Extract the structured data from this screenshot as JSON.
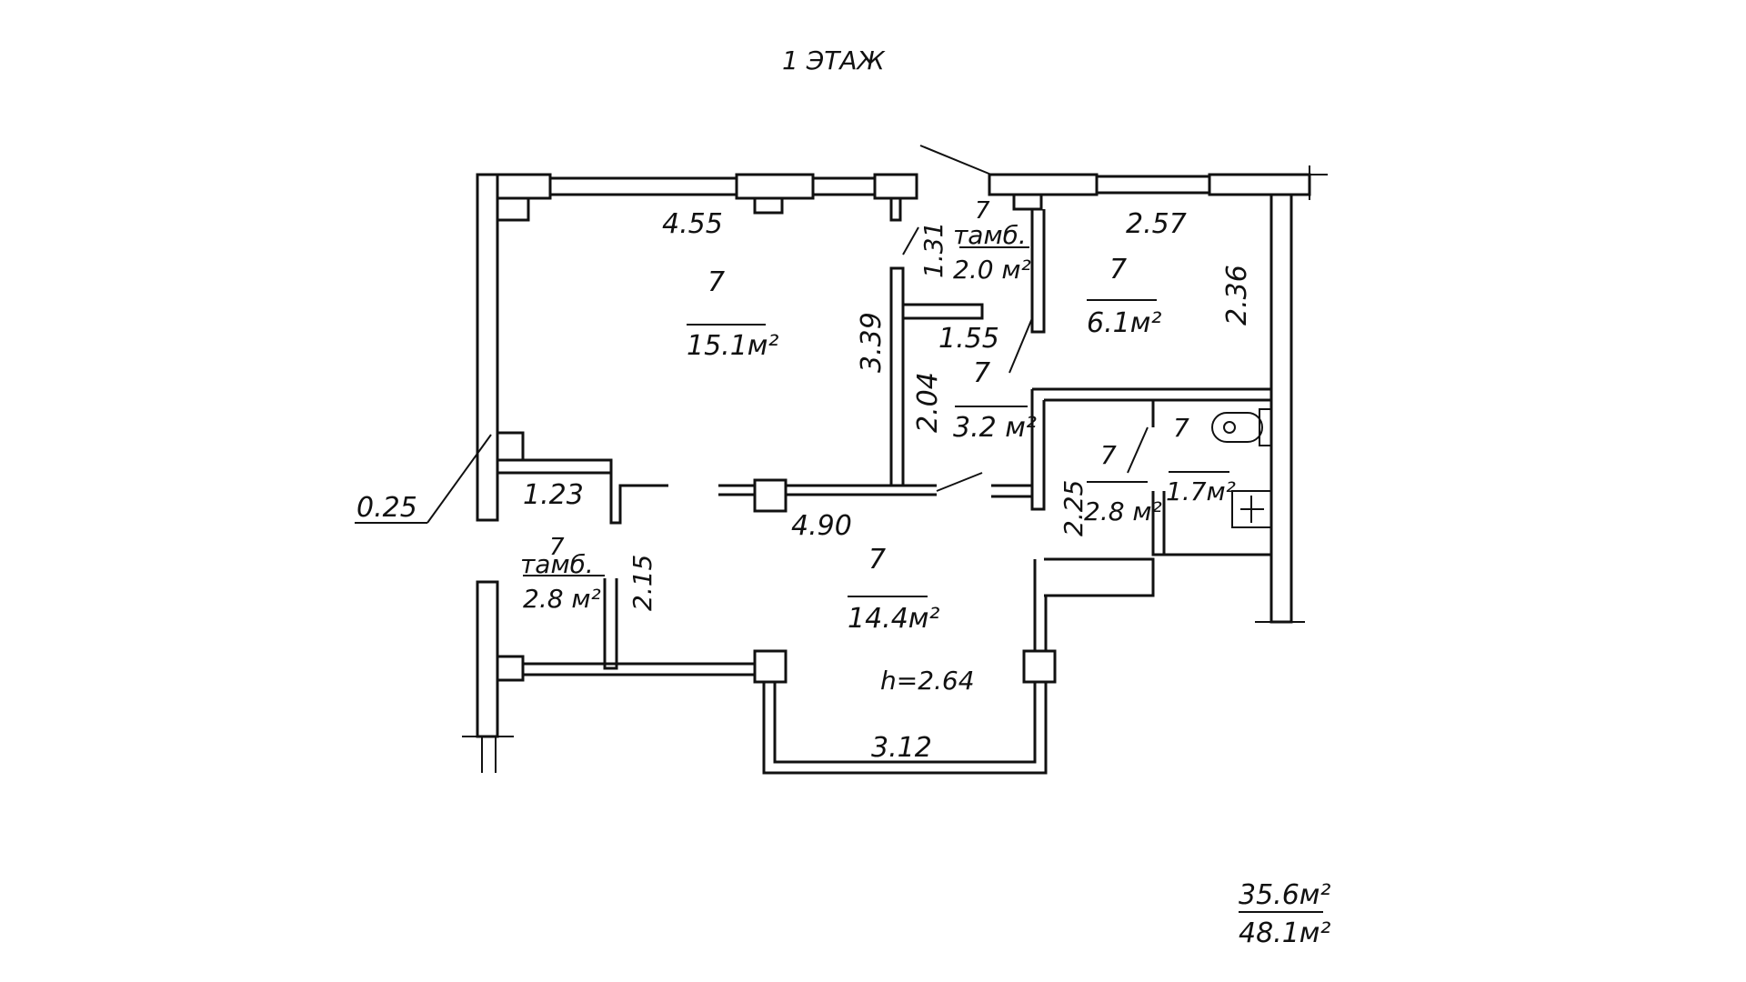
{
  "title": "1 ЭТАЖ",
  "rooms": {
    "living": {
      "number": "7",
      "area": "15.1м²",
      "dim_width": "4.55",
      "dim_height": "3.39"
    },
    "tambour_top": {
      "number": "7",
      "label": "тамб.",
      "area": "2.0 м²",
      "dim": "1.31"
    },
    "kitchen": {
      "number": "7",
      "area": "6.1м²",
      "dim_width": "2.57",
      "dim_height": "2.36"
    },
    "corridor": {
      "number": "7",
      "area": "3.2 м²",
      "dim_width": "1.55",
      "dim_height": "2.04"
    },
    "bath": {
      "number": "7",
      "area": "2.8 м²",
      "dim": "2.25"
    },
    "wc": {
      "number": "7",
      "area": "1.7м²"
    },
    "tambour_bottom": {
      "number": "7",
      "label": "тамб.",
      "area": "2.8 м²",
      "dim_width": "1.23",
      "dim_height": "2.15"
    },
    "hall": {
      "number": "7",
      "area": "14.4м²",
      "dim_width": "4.90",
      "dim_bottom": "3.12",
      "ceiling_height": "h=2.64"
    }
  },
  "wall_thickness": "0.25",
  "totals": {
    "living_area": "35.6м²",
    "total_area": "48.1м²"
  }
}
